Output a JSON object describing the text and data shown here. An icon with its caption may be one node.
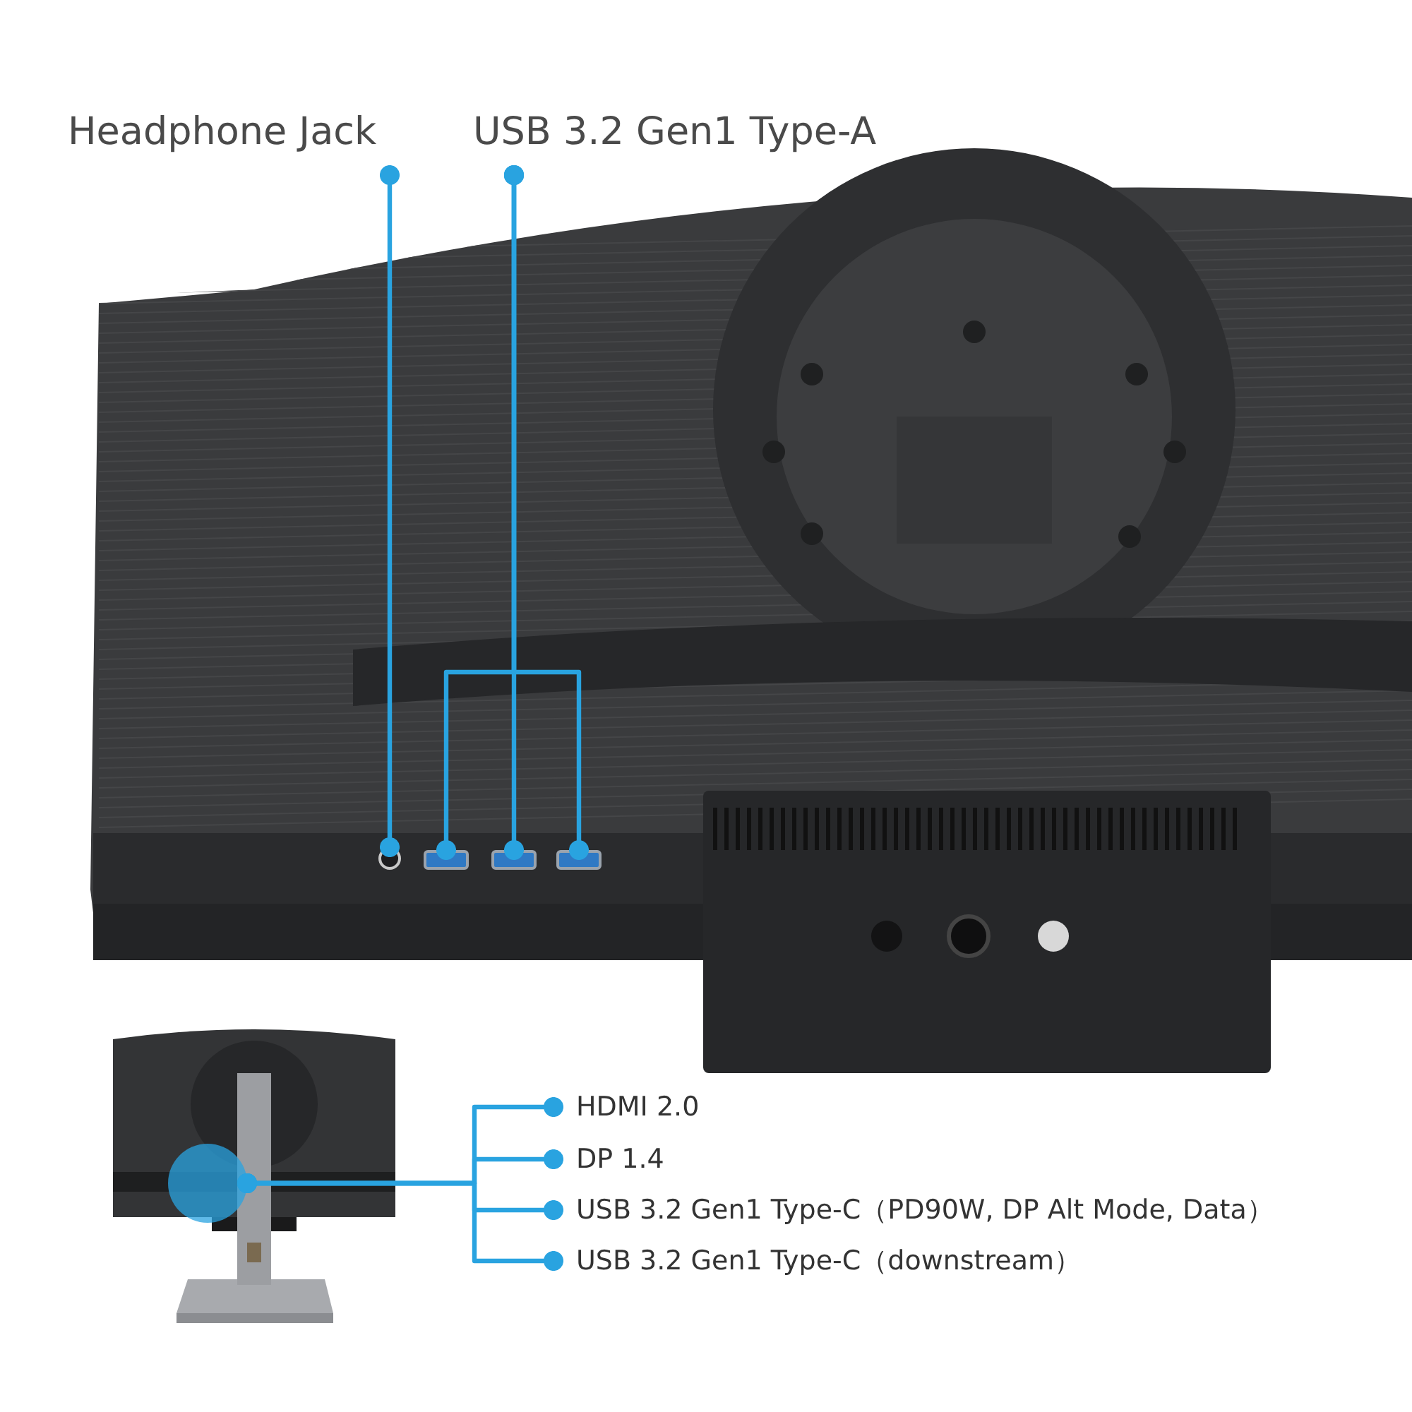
{
  "diagram": {
    "nodes": [
      {
        "text": [
          "Headphone Jack"
        ]
      },
      {
        "text": [
          "USB 3.2 Gen1 Type-A"
        ]
      },
      {
        "text": [],
        "shape": "circle"
      },
      {
        "text": [],
        "shape": "box"
      },
      {
        "text": [],
        "shape": "box"
      },
      {
        "text": [],
        "shape": "box"
      },
      {
        "text": [],
        "shape": "circle"
      },
      {
        "text": [
          "HDMI 2.0"
        ]
      },
      {
        "text": [
          "DP 1.4"
        ]
      },
      {
        "text": [
          "USB 3.2 Gen1 Type-C（PD90W, DP Alt Mode, Data）"
        ]
      },
      {
        "text": [
          "USB 3.2 Gen1 Type-C（downstream）"
        ]
      }
    ],
    "edges": [
      {
        "from": 0,
        "to": 2,
        "arrow": "other"
      },
      {
        "from": 1,
        "to": 3,
        "arrow": "other"
      },
      {
        "from": 1,
        "to": 4,
        "arrow": "other"
      },
      {
        "from": 1,
        "to": 5,
        "arrow": "other"
      },
      {
        "from": 6,
        "to": 7,
        "arrow": "other"
      },
      {
        "from": 6,
        "to": 8,
        "arrow": "other"
      },
      {
        "from": 6,
        "to": 9,
        "arrow": "other"
      },
      {
        "from": 6,
        "to": 10,
        "arrow": "other"
      }
    ]
  }
}
